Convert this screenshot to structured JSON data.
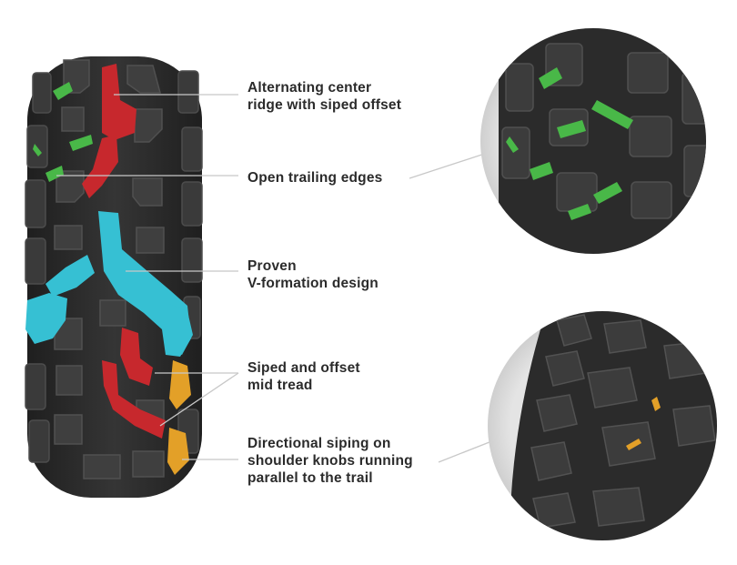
{
  "callouts": [
    {
      "line1": "Alternating center",
      "line2": "ridge with siped offset"
    },
    {
      "line1": "Open trailing edges"
    },
    {
      "line1": "Proven",
      "line2": "V-formation design"
    },
    {
      "line1": "Siped and offset",
      "line2": "mid tread"
    },
    {
      "line1": "Directional siping on",
      "line2": "shoulder knobs running",
      "line3": "parallel to the trail"
    }
  ],
  "colors": {
    "tire": "#2a2a2a",
    "knob": "#3b3b3b",
    "knob_edge": "#4a4a4a",
    "center_ridge": "#c7282d",
    "trailing_edge": "#49b848",
    "v_formation": "#36c0d3",
    "mid_tread_sipe": "#e3a028",
    "leader_line": "#c8c8c8",
    "zoom_bg": "#dcdcdc"
  },
  "icons": [
    "tire-tread-illustration",
    "zoom-detail-trailing-edges",
    "zoom-detail-shoulder-siping"
  ]
}
